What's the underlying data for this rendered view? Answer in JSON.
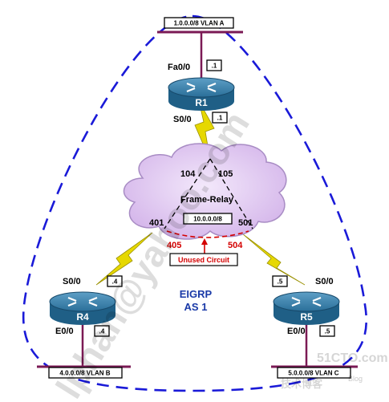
{
  "networks": {
    "vlan_a": "1.0.0.0/8 VLAN A",
    "vlan_b": "4.0.0.0/8 VLAN B",
    "vlan_c": "5.0.0.0/8 VLAN C",
    "frame_relay_net": "10.0.0.0/8"
  },
  "routers": {
    "r1": {
      "name": "R1",
      "fa_if": "Fa0/0",
      "fa_ip": ".1",
      "s_if": "S0/0",
      "s_ip": ".1"
    },
    "r4": {
      "name": "R4",
      "s_if": "S0/0",
      "s_ip": ".4",
      "e_if": "E0/0",
      "e_ip": ".4"
    },
    "r5": {
      "name": "R5",
      "s_if": "S0/0",
      "s_ip": ".5",
      "e_if": "E0/0",
      "e_ip": ".5"
    }
  },
  "cloud": {
    "label": "Frame-Relay",
    "dlci": {
      "d104": "104",
      "d105": "105",
      "d401": "401",
      "d501": "501",
      "d405": "405",
      "d504": "504"
    }
  },
  "unused_circuit": "Unused Circuit",
  "eigrp": {
    "line1": "EIGRP",
    "line2": "AS 1"
  },
  "watermark": {
    "text": "lphan@yahoo.com",
    "site": "51CTO.com",
    "blog_cn": "技术博客",
    "blog": "Blog"
  },
  "colors": {
    "router": "#1f5f86",
    "lan": "#7b1a55",
    "serial": "#e6d800",
    "boundary": "#1a1ad8",
    "circuit": "#d40000",
    "cloud": "#d9bfeb"
  }
}
